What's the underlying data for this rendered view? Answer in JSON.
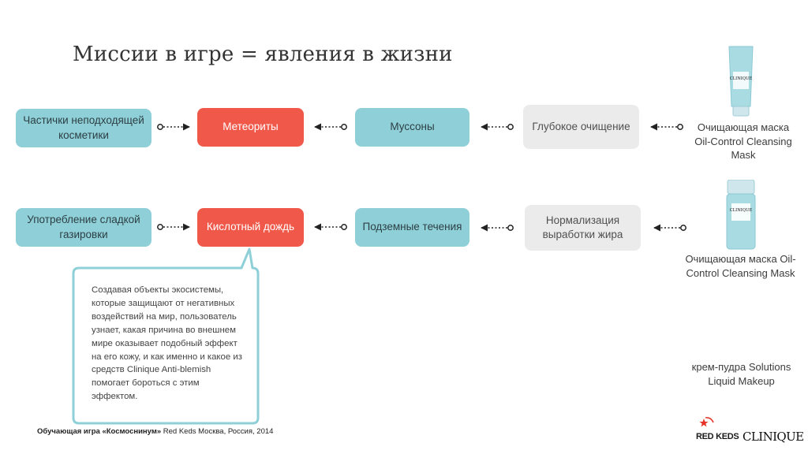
{
  "title": "Миссии в игре = явления в жизни",
  "row1": {
    "cause": "Частички неподходящей косметики",
    "mission": "Метеориты",
    "phenomenon": "Муссоны",
    "solution": "Глубокое очищение",
    "product": "Очищающая маска Oil-Control Cleansing Mask"
  },
  "row2": {
    "cause": "Употребление сладкой газировки",
    "mission": "Кислотный дождь",
    "phenomenon": "Подземные течения",
    "solution": "Нормализация выработки жира",
    "product": "Очищающая маска Oil-Control Cleansing Mask"
  },
  "product3": "крем-пудра Solutions Liquid Makeup",
  "bubble": "Создавая объекты экосистемы, которые защищают от негативных воздействий на мир, пользователь узнает, какая причина во внешнем мире оказывает подобный эффект на его кожу, и как именно и какое из средств Clinique Anti-blemish помогает бороться с этим эффектом.",
  "footer": {
    "bold": "Обучающая игра «Космоснинум»",
    "rest": " Red Keds Москва, Россия, 2014"
  },
  "logos": {
    "redkeds": "RED KEDS",
    "clinique": "CLINIQUE",
    "tube_brand": "CLINIQUE"
  },
  "colors": {
    "teal": "#8fd0d8",
    "red": "#f0594a",
    "grey": "#ebebeb",
    "tube": "#a9dbe3"
  }
}
